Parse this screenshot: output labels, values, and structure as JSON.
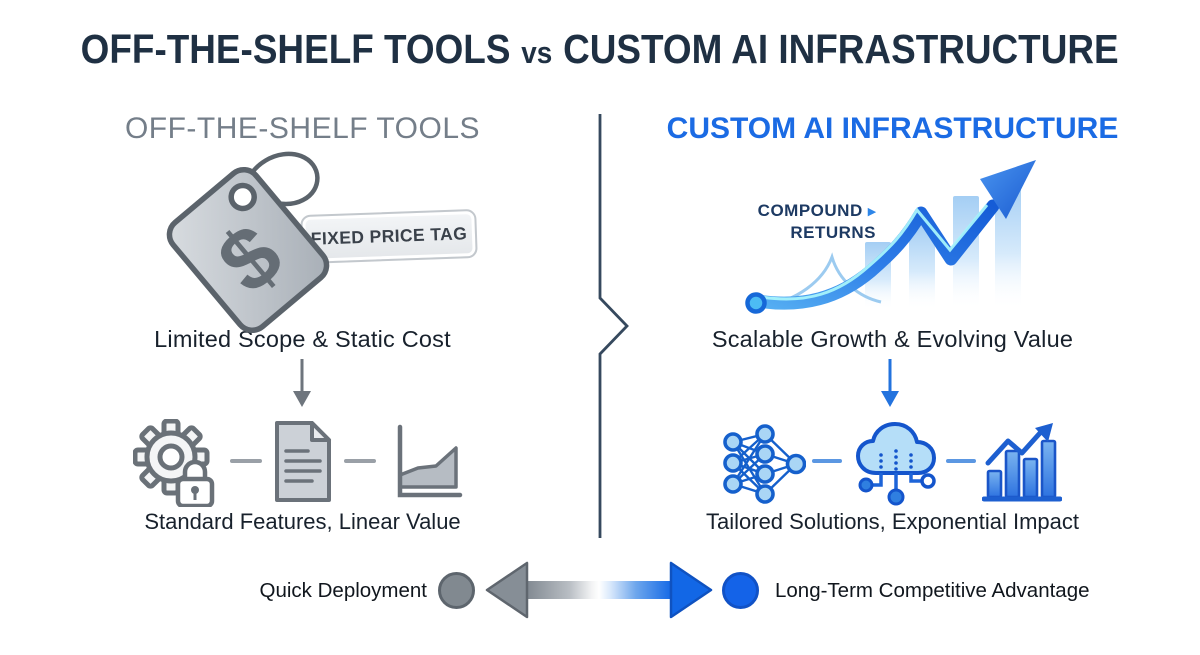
{
  "title": {
    "part1": "OFF-THE-SHELF TOOLS",
    "separator": "vs",
    "part2": "CUSTOM AI INFRASTRUCTURE"
  },
  "left": {
    "heading": "OFF-THE-SHELF TOOLS",
    "tag_symbol": "$",
    "tag_label": "FIXED PRICE TAG",
    "summary": "Limited Scope & Static Cost",
    "caption": "Standard Features, Linear Value",
    "footer_label": "Quick Deployment",
    "icons": [
      "price-tag-icon",
      "gear-lock-icon",
      "document-icon",
      "linear-chart-icon"
    ]
  },
  "right": {
    "heading": "CUSTOM AI INFRASTRUCTURE",
    "chart_label": {
      "line1": "COMPOUND",
      "line2": "RETURNS",
      "chevron": "▸"
    },
    "summary": "Scalable Growth & Evolving Value",
    "caption": "Tailored Solutions, Exponential Impact",
    "footer_label": "Long-Term Competitive Advantage",
    "icons": [
      "growth-arrow-icon",
      "neural-network-icon",
      "ai-cloud-icon",
      "growth-bars-icon"
    ]
  },
  "colors": {
    "accent_blue": "#1b6be4",
    "title_navy": "#1f3043",
    "muted_gray": "#747e89",
    "icon_gray": "#6b727a",
    "divider_navy": "#36495e",
    "footer_gray_dot": "#818990",
    "footer_blue_dot": "#1463e8"
  }
}
